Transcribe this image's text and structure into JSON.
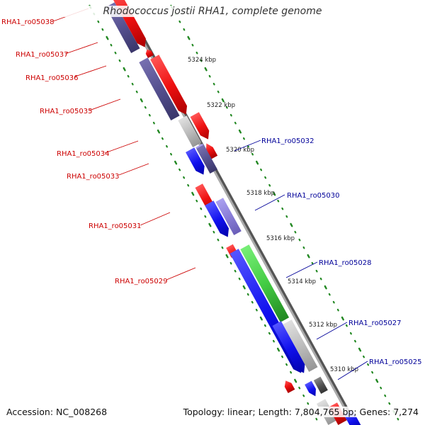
{
  "title": "Rhodococcus jostii RHA1, complete genome",
  "footer": {
    "accession": "Accession: NC_008268",
    "summary": "Topology: linear; Length: 7,804,765 bp; Genes: 7,274"
  },
  "colors": {
    "forward_cds": "#ee1111",
    "reverse_cds": "#1111ee",
    "backbone": "#888888",
    "tick": "#228822",
    "label_forward": "#cc0000",
    "label_reverse": "#000099",
    "green_gene": "#44cc44",
    "purple_gene": "#55508f",
    "lilac_gene": "#8a7ed8",
    "gray_gene": "#b8b8b8"
  },
  "kbp_labels": [
    "5324 kbp",
    "5322 kbp",
    "5320 kbp",
    "5318 kbp",
    "5316 kbp",
    "5314 kbp",
    "5312 kbp",
    "5310 kbp"
  ],
  "labels": [
    {
      "text": "RHA1_ro05038",
      "side": "left"
    },
    {
      "text": "RHA1_ro05037",
      "side": "left"
    },
    {
      "text": "RHA1_ro05036",
      "side": "left"
    },
    {
      "text": "RHA1_ro05035",
      "side": "left"
    },
    {
      "text": "RHA1_ro05034",
      "side": "left"
    },
    {
      "text": "RHA1_ro05033",
      "side": "left"
    },
    {
      "text": "RHA1_ro05031",
      "side": "left"
    },
    {
      "text": "RHA1_ro05029",
      "side": "left"
    },
    {
      "text": "RHA1_ro05032",
      "side": "right"
    },
    {
      "text": "RHA1_ro05030",
      "side": "right"
    },
    {
      "text": "RHA1_ro05028",
      "side": "right"
    },
    {
      "text": "RHA1_ro05027",
      "side": "right"
    },
    {
      "text": "RHA1_ro05025",
      "side": "right"
    }
  ]
}
